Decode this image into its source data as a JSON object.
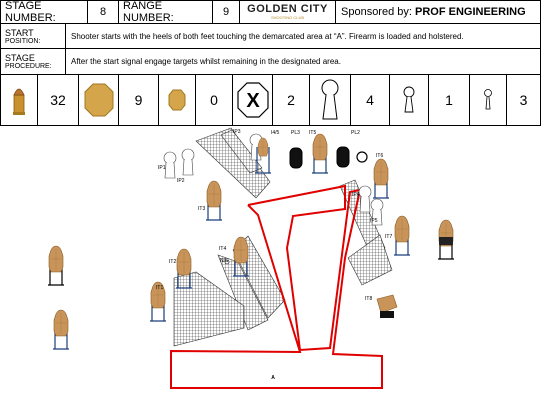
{
  "header": {
    "stage_number_label": "STAGE NUMBER:",
    "stage_number": "8",
    "range_number_label": "RANGE NUMBER:",
    "range_number": "9",
    "logo_text": "GOLDEN CITY",
    "logo_sub": "SHOOTING CLUB",
    "sponsor_label": "Sponsored by:",
    "sponsor_name": "PROF ENGINEERING"
  },
  "start_position": {
    "label_line1": "START",
    "label_line2": "POSITION:",
    "text": "Shooter starts with the heels of both feet touching the demarcated area at “A”. Firearm is loaded and holstered."
  },
  "stage_procedure": {
    "label_line1": "STAGE",
    "label_line2": "PROCEDURE:",
    "text": "After the start signal engage targets whilst remaining in the designated area."
  },
  "counts": {
    "rounds": "32",
    "paper_targets": "9",
    "steel_plates": "0",
    "no_shoots": "2",
    "poppers": "4",
    "mini_poppers": "1",
    "pepper_poppers": "3"
  },
  "icons": {
    "cartridge": "cartridge-icon",
    "paper_target": "octagon-target-icon",
    "steel_plate": "small-octagon-icon",
    "no_shoot": "no-shoot-x-icon",
    "popper": "popper-icon",
    "mini_popper": "mini-popper-icon",
    "pepper_popper": "pepper-popper-icon"
  },
  "colors": {
    "target_tan": "#c8945a",
    "target_gold": "#d4a54a",
    "shooting_area": "#e00000",
    "frame": "#1a5fa8"
  },
  "diagram_labels": {
    "ip3": "IP3",
    "ip1": "IP1",
    "ip2": "IP2",
    "i45": "I4/5",
    "pl3": "PL3",
    "it5": "IT5",
    "pl2": "PL2",
    "it6": "IT6",
    "ip4": "IP4",
    "ip5": "IP5",
    "it3": "IT3",
    "it7": "IT7",
    "it4": "IT4",
    "ns": "N/S",
    "it2": "IT2",
    "it1": "IT1",
    "it8": "IT8",
    "start_a": "A"
  }
}
